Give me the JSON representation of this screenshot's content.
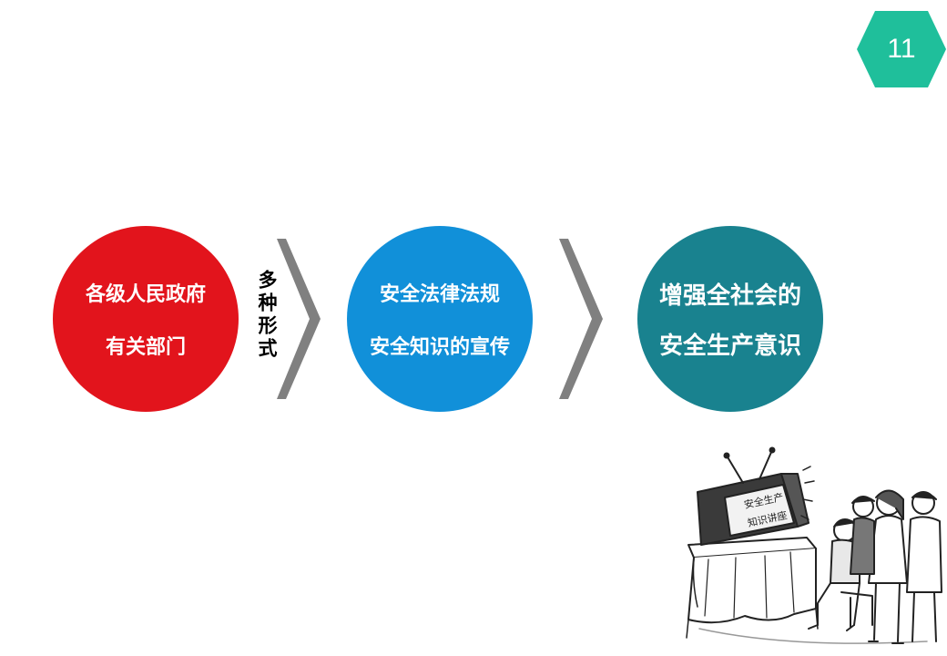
{
  "colors": {
    "accent_teal": "#1fbf9b",
    "step1": "#e2141c",
    "step2": "#1190d9",
    "step3": "#19828f",
    "chevron": "#808080"
  },
  "page_number": "11",
  "steps": [
    {
      "lines": [
        "各级人民政府",
        "有关部门"
      ]
    },
    {
      "lines": [
        "安全法律法规",
        "安全知识的宣传"
      ]
    },
    {
      "lines": [
        "增强全社会的",
        "安全生产意识"
      ]
    }
  ],
  "connector_label": "多种形式",
  "illustration": {
    "icon": "tv-audience-illustration",
    "screen_lines": [
      "安全生产",
      "知识讲座"
    ]
  }
}
